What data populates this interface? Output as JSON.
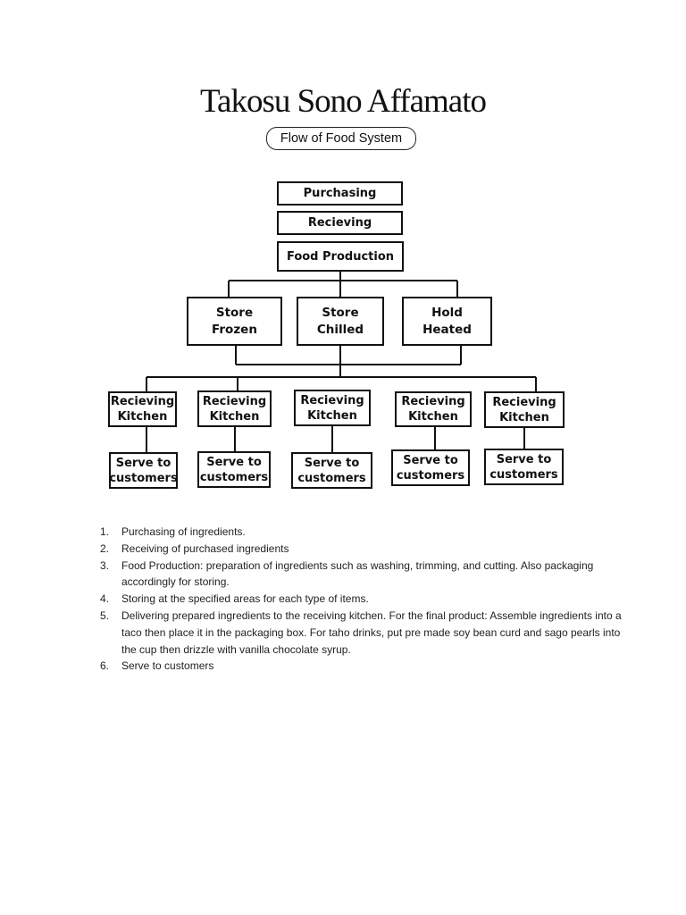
{
  "document": {
    "title": "Takosu Sono Affamato",
    "subtitle": "Flow of Food System"
  },
  "flow": {
    "top_steps": [
      "Purchasing",
      "Recieving",
      "Food Production"
    ],
    "storage": [
      "Store\nFrozen",
      "Store\nChilled",
      "Hold\nHeated"
    ],
    "kitchens": [
      "Recieving\nKitchen",
      "Recieving\nKitchen",
      "Recieving\nKitchen",
      "Recieving\nKitchen",
      "Recieving\nKitchen"
    ],
    "serve": [
      "Serve to\ncustomers",
      "Serve to\ncustomers",
      "Serve to\ncustomers",
      "Serve to\ncustomers",
      "Serve to\ncustomers"
    ]
  },
  "steps": [
    {
      "num": "1.",
      "text": "Purchasing of ingredients."
    },
    {
      "num": "2.",
      "text": "Receiving of purchased ingredients"
    },
    {
      "num": "3.",
      "text": "Food Production: preparation of ingredients such as washing, trimming, and cutting. Also packaging accordingly for storing."
    },
    {
      "num": "4.",
      "text": "Storing at the specified areas for each type of items."
    },
    {
      "num": "5.",
      "text": "Delivering prepared ingredients to the receiving kitchen. For the final product: Assemble ingredients into a taco then place it in the packaging box. For taho drinks, put pre made soy bean curd and sago pearls into the cup then drizzle with vanilla chocolate syrup."
    },
    {
      "num": "6.",
      "text": "Serve to customers"
    }
  ]
}
